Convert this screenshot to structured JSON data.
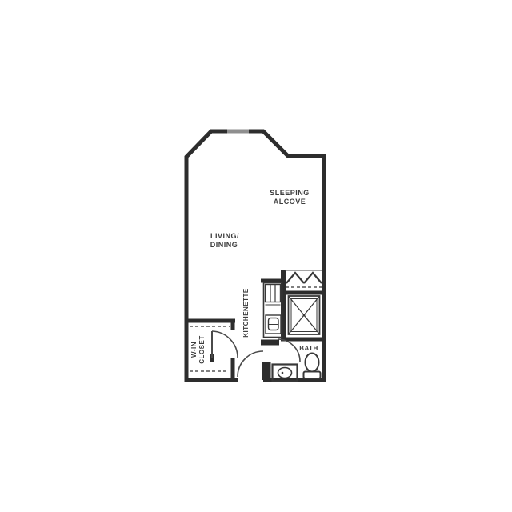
{
  "page": {
    "background": "#ffffff"
  },
  "floor_plan": {
    "colors": {
      "wall": "#2d2d2d",
      "window": "#8f8f8f",
      "label": "#3d3d3d",
      "fixture": "#383838",
      "dash": "#565656"
    },
    "labels": {
      "sleeping_alcove_line1": "SLEEPING",
      "sleeping_alcove_line2": "ALCOVE",
      "living_dining_line1": "LIVING/",
      "living_dining_line2": "DINING",
      "kitchenette": "KITCHENETTE",
      "walk_in_closet_line1": "W-IN",
      "walk_in_closet_line2": "CLOSET",
      "bath": "BATH"
    },
    "fixtures": {
      "window": "window",
      "shower": "shower-with-x",
      "bifold_doors": "bifold-closet-doors",
      "closet_rod": "closet-rod-dashed",
      "toilet": "toilet",
      "vanity_sink": "vanity-sink",
      "kitchen_sink": "kitchenette-sink",
      "appliance": "kitchenette-appliance",
      "closet_shelves": "closet-shelf-dashed",
      "doors": "door-swing-arcs"
    }
  }
}
